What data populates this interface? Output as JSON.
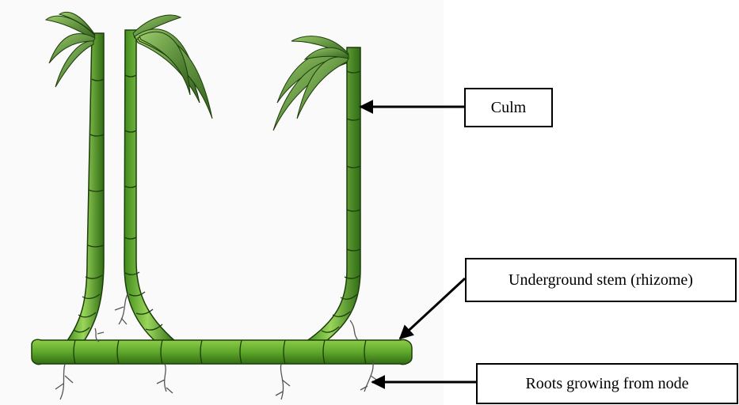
{
  "labels": {
    "culm": "Culm",
    "rhizome": "Underground stem (rhizome)",
    "roots": "Roots growing from node"
  },
  "colors": {
    "stem_light": "#8fce4a",
    "stem_mid": "#5fa82a",
    "stem_dark": "#2f6b14",
    "outline": "#1e3d0c",
    "leaf_light": "#7fb84f",
    "leaf_dark": "#2e5e1a",
    "root": "#555555",
    "arrow": "#000000",
    "background": "#fafafa"
  }
}
